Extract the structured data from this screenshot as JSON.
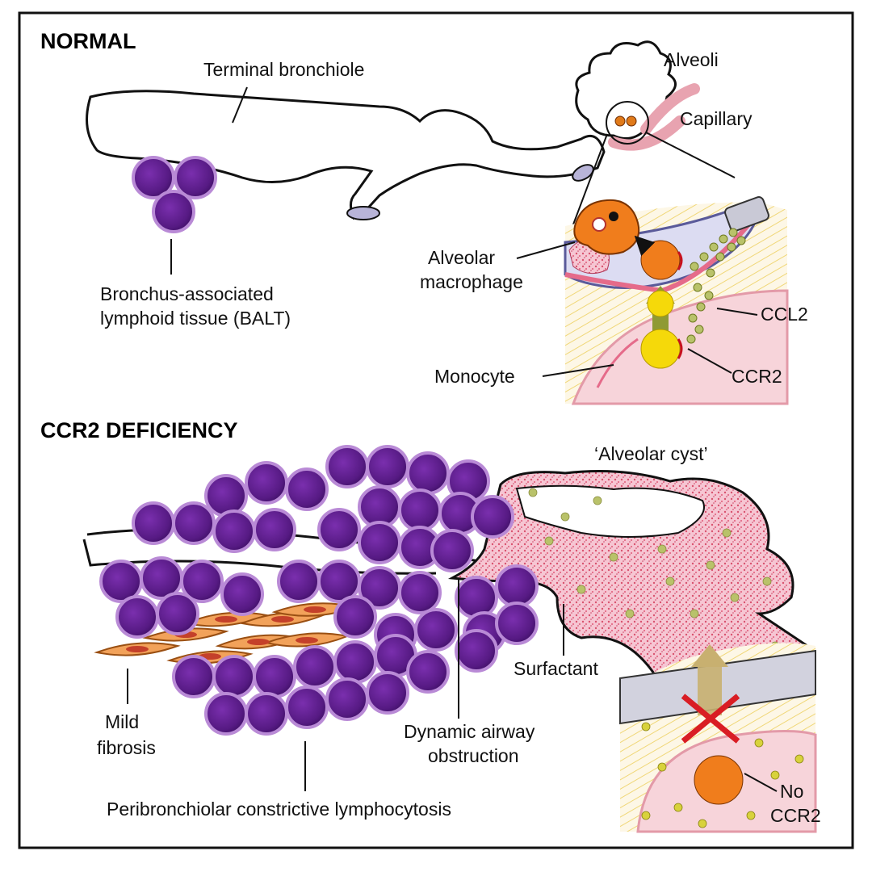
{
  "sections": {
    "normal_title": "NORMAL",
    "deficiency_title": "CCR2 DEFICIENCY"
  },
  "labels": {
    "terminal_bronchiole": "Terminal bronchiole",
    "alveoli": "Alveoli",
    "capillary": "Capillary",
    "balt_line1": "Bronchus-associated",
    "balt_line2": "lymphoid tissue (BALT)",
    "alveolar_macrophage_line1": "Alveolar",
    "alveolar_macrophage_line2": "macrophage",
    "ccl2": "CCL2",
    "ccr2": "CCR2",
    "monocyte": "Monocyte",
    "alveolar_cyst": "‘Alveolar cyst’",
    "surfactant": "Surfactant",
    "mild_fibrosis_line1": "Mild",
    "mild_fibrosis_line2": "fibrosis",
    "dynamic_airway_line1": "Dynamic airway",
    "dynamic_airway_line2": "obstruction",
    "peribronchiolar": "Peribronchiolar constrictive lymphocytosis",
    "no_ccr2_line1": "No",
    "no_ccr2_line2": "CCR2"
  },
  "colors": {
    "lymphocyte": "#5b1f8a",
    "lymphocyte_rim": "#b98ad6",
    "monocyte_yellow": "#f5d90a",
    "macrophage_orange": "#f07d1c",
    "capillary_pink": "#f3c9cf",
    "surfactant_pink": "#f2a7bd",
    "fibroblast": "#f2a25a",
    "ccl2_dot": "#b9c26a",
    "inhibit_x": "#d91d24"
  },
  "icons": {
    "inhibit": "red-x-icon",
    "migration_arrow": "up-arrow-icon"
  }
}
